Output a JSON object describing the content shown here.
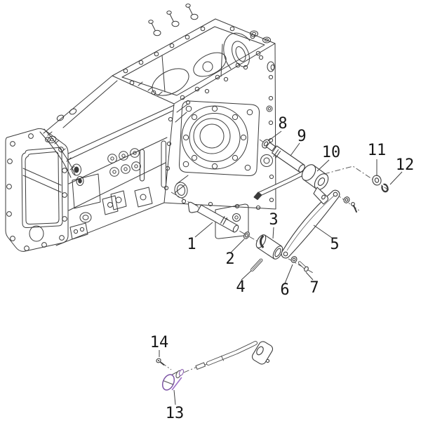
{
  "diagram": {
    "background_color": "#ffffff",
    "line_color": "#3b3b3b",
    "highlight_color": "#9d6fc8",
    "highlighted_callout": "13",
    "callouts": [
      {
        "label": "1"
      },
      {
        "label": "2"
      },
      {
        "label": "3"
      },
      {
        "label": "4"
      },
      {
        "label": "5"
      },
      {
        "label": "6"
      },
      {
        "label": "7"
      },
      {
        "label": "8"
      },
      {
        "label": "9"
      },
      {
        "label": "10"
      },
      {
        "label": "11"
      },
      {
        "label": "12"
      },
      {
        "label": "13"
      },
      {
        "label": "14"
      }
    ]
  }
}
